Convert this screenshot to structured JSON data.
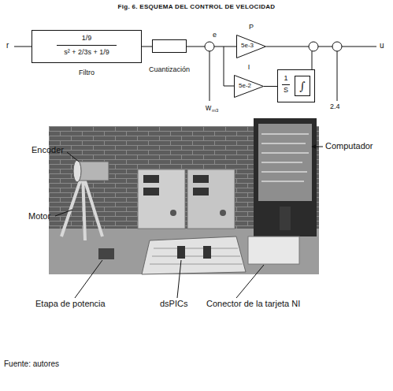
{
  "diagram": {
    "title": "Fig. 6. ESQUEMA DEL CONTROL DE VELOCIDAD",
    "caption": "Fuente: autores",
    "nodes": [
      {
        "text": [
          "1/9",
          "s² + 2/3s + 1/9",
          "Filtro"
        ]
      },
      {
        "text": [
          "Cuantización"
        ]
      },
      {
        "text": [
          "P",
          "5e-3"
        ]
      },
      {
        "text": [
          "I",
          "5e-2"
        ]
      },
      {
        "text": [
          "1",
          "S",
          "∫"
        ]
      }
    ],
    "edges": [
      {
        "from": 0,
        "to": 1,
        "arrow": "none"
      },
      {
        "from": 3,
        "to": 4,
        "arrow": "none"
      }
    ],
    "labels": [
      "r",
      "e",
      "w",
      "m3",
      "2.4",
      "u",
      "Encoder",
      "Computador",
      "Motor",
      "Etapa de potencia",
      "dsPICs",
      "Conector de la tarjeta NI"
    ]
  }
}
